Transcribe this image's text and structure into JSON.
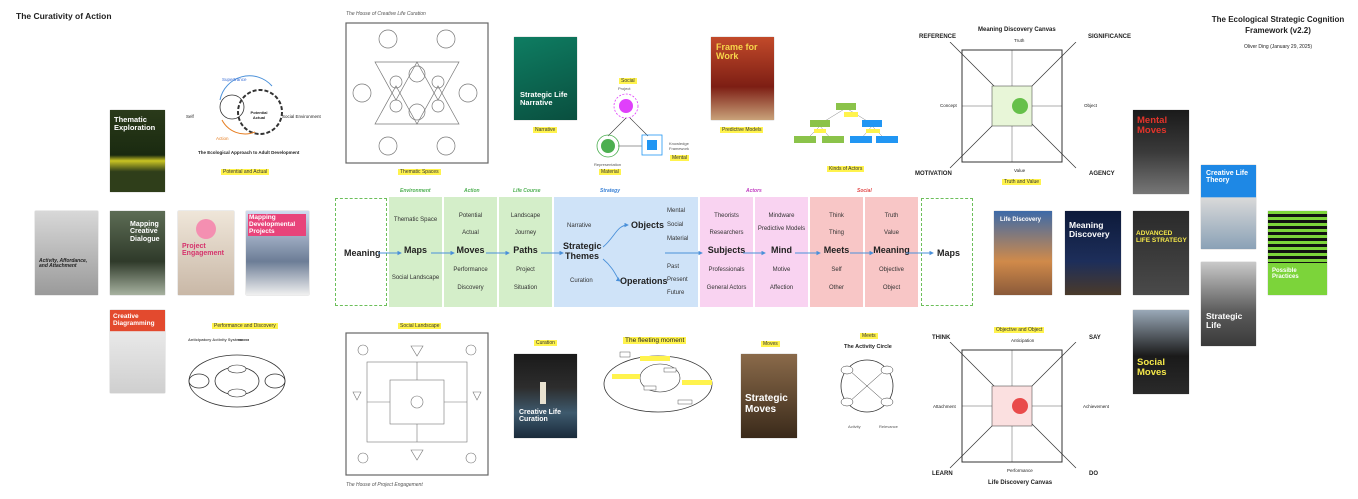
{
  "titles": {
    "left": "The Curativity of Action",
    "right_line1": "The Ecological Strategic Cognition",
    "right_line2": "Framework (v2.2)",
    "author": "Oliver Ding (January 29, 2025)"
  },
  "flow": {
    "meaning_left": "Meaning",
    "maps": "Maps",
    "moves": "Moves",
    "paths": "Paths",
    "themes": "Strategic Themes",
    "objects": "Objects",
    "operations": "Operations",
    "subjects": "Subjects",
    "mind": "Mind",
    "meets": "Meets",
    "meaning": "Meaning",
    "maps_right": "Maps",
    "cat_environment": "Environment",
    "cat_action": "Action",
    "cat_lifecourse": "Life Course",
    "cat_strategy": "Strategy",
    "cat_actors": "Actors",
    "cat_social": "Social",
    "maps_top": "Thematic Space",
    "maps_bottom": "Social Landscape",
    "moves_top1": "Potential",
    "moves_top2": "Actual",
    "moves_bottom1": "Performance",
    "moves_bottom2": "Discovery",
    "paths_top1": "Landscape",
    "paths_top2": "Journey",
    "paths_bottom1": "Project",
    "paths_bottom2": "Situation",
    "themes_top": "Narrative",
    "themes_bottom": "Curation",
    "objects_1": "Mental",
    "objects_2": "Social",
    "objects_3": "Material",
    "operations_1": "Past",
    "operations_2": "Present",
    "operations_3": "Future",
    "subjects_top1": "Theorists",
    "subjects_top2": "Researchers",
    "subjects_bottom1": "Professionals",
    "subjects_bottom2": "General Actors",
    "mind_top1": "Mindware",
    "mind_top2": "Predictive Models",
    "mind_bottom1": "Motive",
    "mind_bottom2": "Affection",
    "meets_top1": "Think",
    "meets_top2": "Thing",
    "meets_bottom1": "Self",
    "meets_bottom2": "Other",
    "meaning_top1": "Truth",
    "meaning_top2": "Value",
    "meaning_bottom1": "Objective",
    "meaning_bottom2": "Object"
  },
  "highlights": {
    "potential": "Potential and Actual",
    "thematic": "Thematic Spaces",
    "narrative": "Narrative",
    "material": "Material",
    "mental": "Mental",
    "social": "Social",
    "predictive": "Predictive Models",
    "kinds": "Kinds of Actors",
    "truth": "Truth and Value",
    "performance": "Performance and Discovery",
    "social_landscape": "Social Landscape",
    "curation": "Curation",
    "fleeting": "The fleeting moment",
    "moves": "Moves",
    "meets": "Meets",
    "objective": "Objective and Object"
  },
  "captions": {
    "house_creative": "The House of Creative Life Curation",
    "house_project": "The House of Project Engagement",
    "ecological": "The Ecological Approach to Adult Development",
    "supertrance": "Supertrance",
    "self": "Self",
    "action": "Action",
    "social_env": "Social Environment",
    "potential_actual": "Potential Actual",
    "anticipatory": "Anticipatory Activity System",
    "activity_circle": "The Activity Circle",
    "activity": "Activity",
    "relevance": "Relevance",
    "project": "Project",
    "representation": "Representation",
    "knowledge": "Knowledge Framework"
  },
  "canvas_top": {
    "title": "Meaning Discovery Canvas",
    "reference": "REFERENCE",
    "significance": "SIGNIFICANCE",
    "motivation": "MOTIVATION",
    "agency": "AGENCY",
    "truth": "Truth",
    "value": "Value",
    "concept": "Concept",
    "object": "Object"
  },
  "canvas_bottom": {
    "title": "Life Discovery Canvas",
    "think": "THINK",
    "say": "SAY",
    "learn": "LEARN",
    "do": "DO",
    "anticipation": "Anticipation",
    "performance": "Performance",
    "attachment": "Attachment",
    "achievement": "Achievement"
  },
  "books": {
    "thematic_exploration": "Thematic Exploration",
    "activity_affordance": "Activity, Affordance, and Attachment",
    "mapping_creative": "Mapping Creative Dialogue",
    "project_engagement": "Project Engagement",
    "mapping_dev": "Mapping Developmental Projects",
    "creative_diagramming": "Creative Diagramming",
    "strategic_life_narrative": "Strategic Life Narrative",
    "frame_for_work": "Frame for Work",
    "creative_life_curation": "Creative Life Curation",
    "strategic_moves": "Strategic Moves",
    "life_discovery": "Life Discovery",
    "meaning_discovery": "Meaning Discovery",
    "mental_moves": "Mental Moves",
    "creative_life_theory": "Creative Life Theory",
    "advanced_life_strategy": "ADVANCED LIFE STRATEGY",
    "strategic_life": "Strategic Life",
    "social_moves": "Social Moves",
    "possible_practices": "Possible Practices"
  },
  "colors": {
    "green": "#d4eec9",
    "blue": "#cfe3f8",
    "pink": "#f9d3f1",
    "red": "#f8c6c6",
    "arrow": "#4a90d9",
    "dash": "#6cbf5a"
  }
}
